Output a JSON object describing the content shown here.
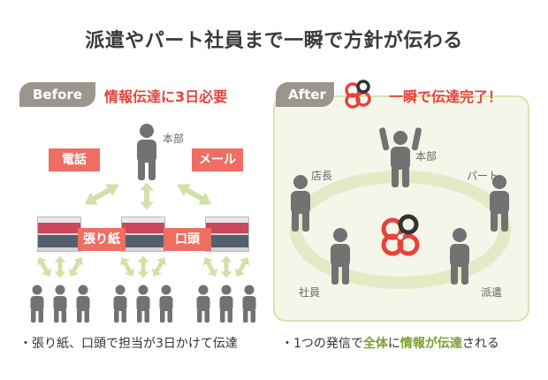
{
  "title": "派遣やパート社員まで一瞬で方針が伝わる",
  "before": {
    "tag": "Before",
    "heading": "情報伝達に3日必要",
    "hq_label": "本部",
    "labels": {
      "phone": "電話",
      "mail": "メール",
      "poster": "張り紙",
      "oral": "口頭"
    },
    "caption": "・張り紙、口頭で担当が3日かけて伝達"
  },
  "after": {
    "tag": "After",
    "heading": "一瞬で伝達完了！",
    "nodes": {
      "hq": "本部",
      "store_manager": "店長",
      "part": "パート",
      "employee": "社員",
      "dispatch": "派遣"
    },
    "caption_pre": "・1つの発信で",
    "caption_hl1": "全体",
    "caption_mid": "に",
    "caption_hl2": "情報が伝達",
    "caption_post": "される"
  },
  "colors": {
    "accent_red": "#e8423a",
    "label_red": "#ee6e64",
    "tag_gray": "#9a968d",
    "arrow_green": "#d2e1a5",
    "person_gray": "#727272",
    "panel_green": "#f3f6e8"
  }
}
